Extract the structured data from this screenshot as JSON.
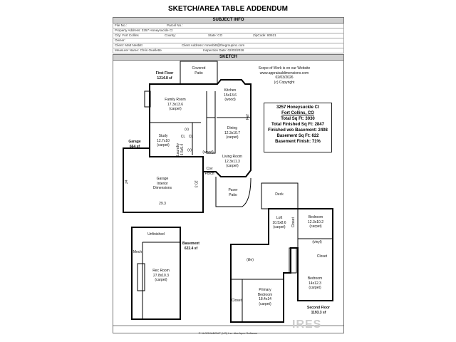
{
  "title": "SKETCH/AREA TABLE ADDENDUM",
  "subject_info": {
    "heading": "SUBJECT INFO",
    "file_no": "File No.:",
    "parcel_no": "Parcel No.:",
    "property_address": "Property Address: 3257 Honeysuckle Ct",
    "city": "City: Fort Collins",
    "county": "County:",
    "state": "State: CO",
    "zip": "ZipCode: 80521",
    "owner": "Owner:",
    "client": "Client: Matt Nesbitt",
    "client_address": "Client Address: mnesbitt@thegroupinc.com",
    "measurer": "Measurer Name: Chris Ouellette",
    "inspection_date": "Inspection Date: 02/03/2026"
  },
  "sketch": {
    "heading": "SKETCH",
    "scope": [
      "Scope of Work is on our Website",
      "www.appraisaldimensions.com",
      "02/03/2026",
      "(c) Copyright"
    ],
    "summary": {
      "address": "3257 Honeysuckle Ct",
      "city": "Fort Collins, CO",
      "total": "Total Sq Ft: 3030",
      "finished": "Total Finished Sq Ft: 2847",
      "finished_wo_bsmt": "Finished w/o Basement: 2408",
      "basement": "Basement Sq Ft: 622",
      "basement_finish": "Basement Finish: 71%"
    },
    "floors": {
      "first": [
        "First Floor",
        "1214.8 sf"
      ],
      "garage": [
        "Garage",
        "664 sf"
      ],
      "basement": [
        "Basement",
        "622.4 sf"
      ],
      "second": [
        "Second Floor",
        "1193.3 sf"
      ]
    },
    "rooms": {
      "covered_patio": [
        "Covered",
        "Patio"
      ],
      "family_room": [
        "Family Room",
        "17.3x13.6",
        "(carpet)"
      ],
      "kitchen": [
        "Kitchen",
        "15x13.6",
        "(wood)"
      ],
      "study": [
        "Study",
        "12.7x10",
        "(carpet)"
      ],
      "dining": [
        "Dining",
        "12.3x10.7",
        "(carpet)"
      ],
      "living": [
        "Living Room",
        "12.3x11.3",
        "(carpet)"
      ],
      "laundry": "Laundry 6.5x5.4",
      "cl1": "CL",
      "cl2": "CL",
      "v1": "(v)",
      "v2": "(v)",
      "wood": "(wood)",
      "cov_porch": [
        "Cov",
        "Porch"
      ],
      "paver_patio": [
        "Paver",
        "Patio"
      ],
      "garage_interior": [
        "Garage",
        "Interior",
        "Dimensions"
      ],
      "dim_24": "24",
      "dim_203": "20.3",
      "dim_293": "29.3",
      "ref": "Ref",
      "unfinished": "Unfinished",
      "mech": "Mech",
      "rec_room": [
        "Rec Room",
        "27.8x10.3",
        "(carpet)"
      ],
      "deck": "Deck",
      "loft": [
        "Loft",
        "10.5x8.6",
        "(carpet)"
      ],
      "closet_v": "Closet",
      "bedroom1": [
        "Bedroom",
        "12.3x10.2",
        "(carpet)"
      ],
      "vinyl": "(vinyl)",
      "closet2": "Closet",
      "tile": "(tile)",
      "bedroom2": [
        "Bedroom",
        "14x12.3",
        "(carpet)"
      ],
      "primary": [
        "Primary",
        "Bedroom",
        "18.4x14",
        "(carpet)"
      ],
      "closet3": "Closet"
    }
  },
  "footer": "© 1LOOKABOUT (US) Inc. dba Apex Software",
  "watermark": "IRES"
}
